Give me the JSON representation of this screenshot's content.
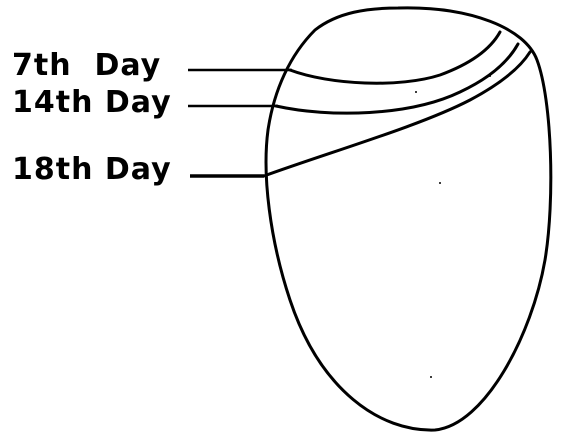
{
  "labels": {
    "day7": "7th  Day",
    "day14": "14th Day",
    "day18": "18th Day"
  },
  "colors": {
    "ink": "#000000",
    "background": "#ffffff"
  }
}
